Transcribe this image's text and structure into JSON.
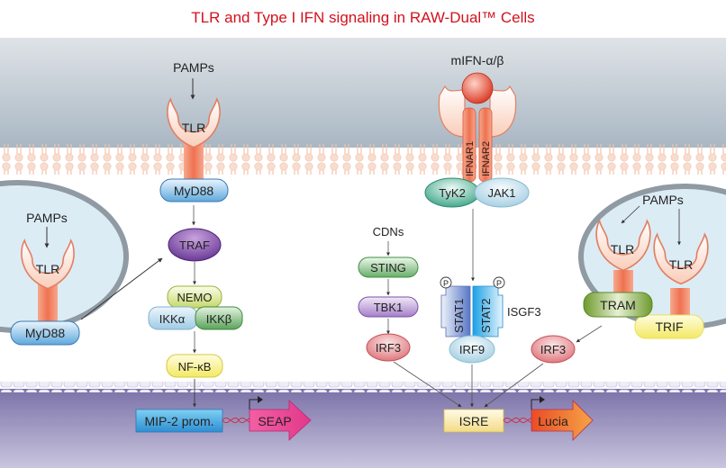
{
  "title": "TLR and Type I IFN signaling in RAW-Dual™ Cells",
  "colors": {
    "title": "#d2111d",
    "extracellular_top": "#dfe3e7",
    "extracellular_bottom": "#a9b7c3",
    "nucleus_top": "#7b72a8",
    "nucleus_bottom": "#c6c2dc",
    "receptor": "#f0826a",
    "receptor_head": "#fbe1d6",
    "endosome_fill": "#dcecf5",
    "endosome_border": "#8f9aa3"
  },
  "labels": {
    "pamps_surface": "PAMPs",
    "tlr_surface": "TLR",
    "myd88_surface": "MyD88",
    "pamps_left_endosome": "PAMPs",
    "tlr_left_endosome": "TLR",
    "myd88_left_endosome": "MyD88",
    "traf": "TRAF",
    "nemo": "NEMO",
    "ikka": "IKKα",
    "ikkb": "IKKβ",
    "nfkb": "NF-κB",
    "ifn_ligand": "mIFN-α/β",
    "ifnar1": "IFNAR1",
    "ifnar2": "IFNAR2",
    "tyk2": "TyK2",
    "jak1": "JAK1",
    "cdns": "CDNs",
    "sting": "STING",
    "tbk1": "TBK1",
    "irf3_left": "IRF3",
    "stat1": "STAT1",
    "stat2": "STAT2",
    "phospho": "P",
    "isgf3": "ISGF3",
    "irf9": "IRF9",
    "pamps_right_endosome": "PAMPs",
    "tlr_right_a": "TLR",
    "tlr_right_b": "TLR",
    "tram": "TRAM",
    "trif": "TRIF",
    "irf3_right": "IRF3",
    "mip2_promoter": "MIP-2 prom.",
    "seap": "SEAP",
    "isre": "ISRE",
    "lucia": "Lucia"
  }
}
